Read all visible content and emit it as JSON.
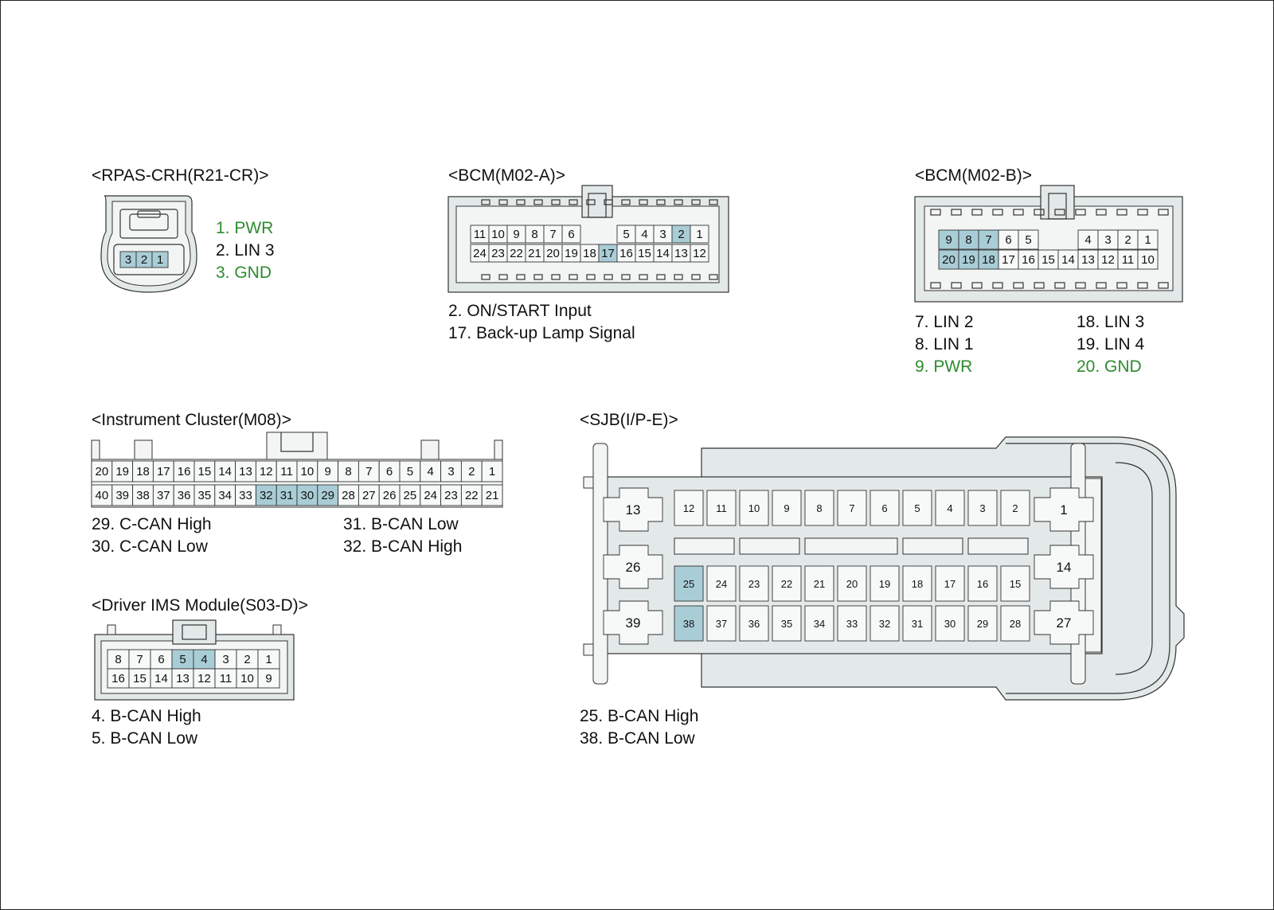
{
  "accent_color": "#a9cdd6",
  "power_ground_color": "#2e8b2e",
  "rpas": {
    "title": "<RPAS-CRH(R21-CR)>",
    "pins": [
      "3",
      "2",
      "1"
    ],
    "highlighted": [
      "3",
      "2",
      "1"
    ],
    "legend": [
      {
        "text": "1. PWR",
        "green": true
      },
      {
        "text": "2. LIN 3",
        "green": false
      },
      {
        "text": "3. GND",
        "green": true
      }
    ]
  },
  "bcm_a": {
    "title": "<BCM(M02-A)>",
    "row1": [
      "11",
      "10",
      "9",
      "8",
      "7",
      "6",
      "",
      "",
      "5",
      "4",
      "3",
      "2",
      "1"
    ],
    "row2": [
      "24",
      "23",
      "22",
      "21",
      "20",
      "19",
      "18",
      "17",
      "16",
      "15",
      "14",
      "13",
      "12"
    ],
    "highlighted": [
      "2",
      "17"
    ],
    "legend": [
      "2. ON/START Input",
      "17. Back-up Lamp Signal"
    ]
  },
  "bcm_b": {
    "title": "<BCM(M02-B)>",
    "row1": [
      "9",
      "8",
      "7",
      "6",
      "5",
      "",
      "",
      "4",
      "3",
      "2",
      "1"
    ],
    "row2": [
      "20",
      "19",
      "18",
      "17",
      "16",
      "15",
      "14",
      "13",
      "12",
      "11",
      "10"
    ],
    "highlighted": [
      "9",
      "8",
      "7",
      "20",
      "19",
      "18"
    ],
    "legend_left": [
      {
        "text": "7. LIN 2",
        "green": false
      },
      {
        "text": "8. LIN 1",
        "green": false
      },
      {
        "text": "9. PWR",
        "green": true
      }
    ],
    "legend_right": [
      {
        "text": "18. LIN 3",
        "green": false
      },
      {
        "text": "19. LIN 4",
        "green": false
      },
      {
        "text": "20. GND",
        "green": true
      }
    ]
  },
  "cluster": {
    "title": "<Instrument Cluster(M08)>",
    "row1": [
      "20",
      "19",
      "18",
      "17",
      "16",
      "15",
      "14",
      "13",
      "12",
      "11",
      "10",
      "9",
      "8",
      "7",
      "6",
      "5",
      "4",
      "3",
      "2",
      "1"
    ],
    "row2": [
      "40",
      "39",
      "38",
      "37",
      "36",
      "35",
      "34",
      "33",
      "32",
      "31",
      "30",
      "29",
      "28",
      "27",
      "26",
      "25",
      "24",
      "23",
      "22",
      "21"
    ],
    "highlighted": [
      "32",
      "31",
      "30",
      "29"
    ],
    "legend_left": [
      "29. C-CAN High",
      "30. C-CAN Low"
    ],
    "legend_right": [
      "31. B-CAN Low",
      "32. B-CAN High"
    ]
  },
  "ims": {
    "title": "<Driver IMS Module(S03-D)>",
    "row1": [
      "8",
      "7",
      "6",
      "5",
      "4",
      "3",
      "2",
      "1"
    ],
    "row2": [
      "16",
      "15",
      "14",
      "13",
      "12",
      "11",
      "10",
      "9"
    ],
    "highlighted": [
      "5",
      "4"
    ],
    "legend": [
      "4. B-CAN High",
      "5. B-CAN Low"
    ]
  },
  "sjb": {
    "title": "<SJB(I/P-E)>",
    "row_top": [
      "12",
      "11",
      "10",
      "9",
      "8",
      "7",
      "6",
      "5",
      "4",
      "3",
      "2"
    ],
    "row_mid": [
      "25",
      "24",
      "23",
      "22",
      "21",
      "20",
      "19",
      "18",
      "17",
      "16",
      "15"
    ],
    "row_bot": [
      "38",
      "37",
      "36",
      "35",
      "34",
      "33",
      "32",
      "31",
      "30",
      "29",
      "28"
    ],
    "big_left": [
      "13",
      "26",
      "39"
    ],
    "big_right": [
      "1",
      "14",
      "27"
    ],
    "highlighted": [
      "25",
      "38"
    ],
    "legend": [
      "25. B-CAN High",
      "38. B-CAN Low"
    ]
  }
}
